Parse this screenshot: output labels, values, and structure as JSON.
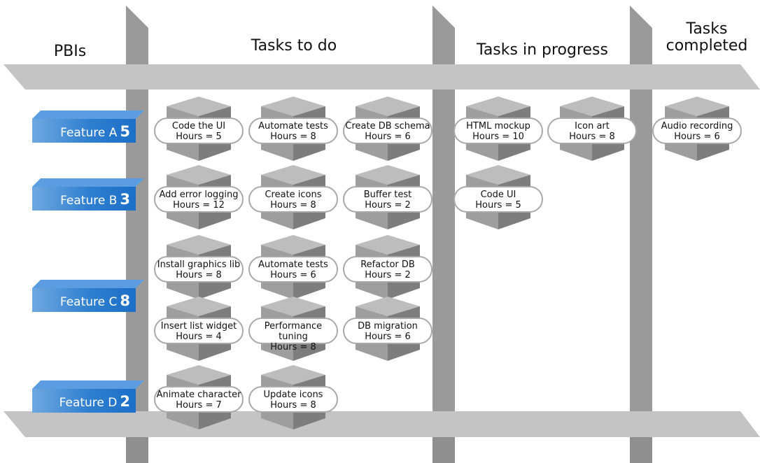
{
  "columns": {
    "pbis": "PBIs",
    "todo": "Tasks to do",
    "in_progress": "Tasks in progress",
    "completed_line1": "Tasks",
    "completed_line2": "completed"
  },
  "pbis": [
    {
      "name": "Feature A",
      "points": "5"
    },
    {
      "name": "Feature B",
      "points": "3"
    },
    {
      "name": "Feature C",
      "points": "8"
    },
    {
      "name": "Feature D",
      "points": "2"
    }
  ],
  "tasks": [
    {
      "title": "Code the UI",
      "hours": "Hours = 5"
    },
    {
      "title": "Automate tests",
      "hours": "Hours = 8"
    },
    {
      "title": "Create DB schema",
      "hours": "Hours = 6"
    },
    {
      "title": "HTML mockup",
      "hours": "Hours = 10"
    },
    {
      "title": "Icon art",
      "hours": "Hours = 8"
    },
    {
      "title": "Audio recording",
      "hours": "Hours = 6"
    },
    {
      "title": "Add error logging",
      "hours": "Hours = 12"
    },
    {
      "title": "Create icons",
      "hours": "Hours = 8"
    },
    {
      "title": "Buffer test",
      "hours": "Hours = 2"
    },
    {
      "title": "Code UI",
      "hours": "Hours = 5"
    },
    {
      "title": "Install graphics lib",
      "hours": "Hours = 8"
    },
    {
      "title": "Automate tests",
      "hours": "Hours = 6"
    },
    {
      "title": "Refactor DB",
      "hours": "Hours = 2"
    },
    {
      "title": "Insert list widget",
      "hours": "Hours = 4"
    },
    {
      "title": "Performance tuning",
      "hours": "Hours = 8"
    },
    {
      "title": "DB migration",
      "hours": "Hours = 6"
    },
    {
      "title": "Animate character",
      "hours": "Hours = 7"
    },
    {
      "title": "Update icons",
      "hours": "Hours = 8"
    }
  ],
  "colors": {
    "shelf": "#c4c4c4",
    "shelf_dark": "#9b9b9b",
    "feature_blue": "#2f7fd0"
  }
}
